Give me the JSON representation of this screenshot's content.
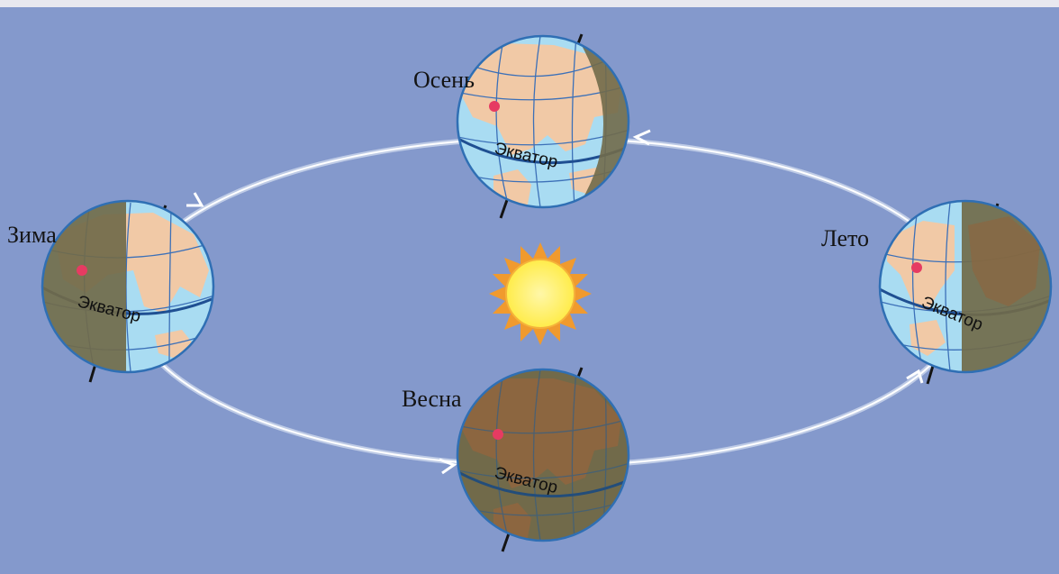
{
  "colors": {
    "sky": "#8499cc",
    "orbit": "#eef4fb",
    "ocean": "#a9dcf2",
    "land": "#f1c9a6",
    "night": "#716a4a",
    "night_land": "#8c6640",
    "grid": "#3c70b8",
    "equator": "#1f4f92",
    "sun_core": "#ffec4a",
    "sun_rays": "#f09a2e",
    "marker": "#e63b62"
  },
  "seasons": {
    "autumn": {
      "label": "Осень",
      "equator_label": "Экватор"
    },
    "winter": {
      "label": "Зима",
      "equator_label": "Экватор"
    },
    "spring": {
      "label": "Весна",
      "equator_label": "Экватор"
    },
    "summer": {
      "label": "Лето",
      "equator_label": "Экватор"
    }
  }
}
